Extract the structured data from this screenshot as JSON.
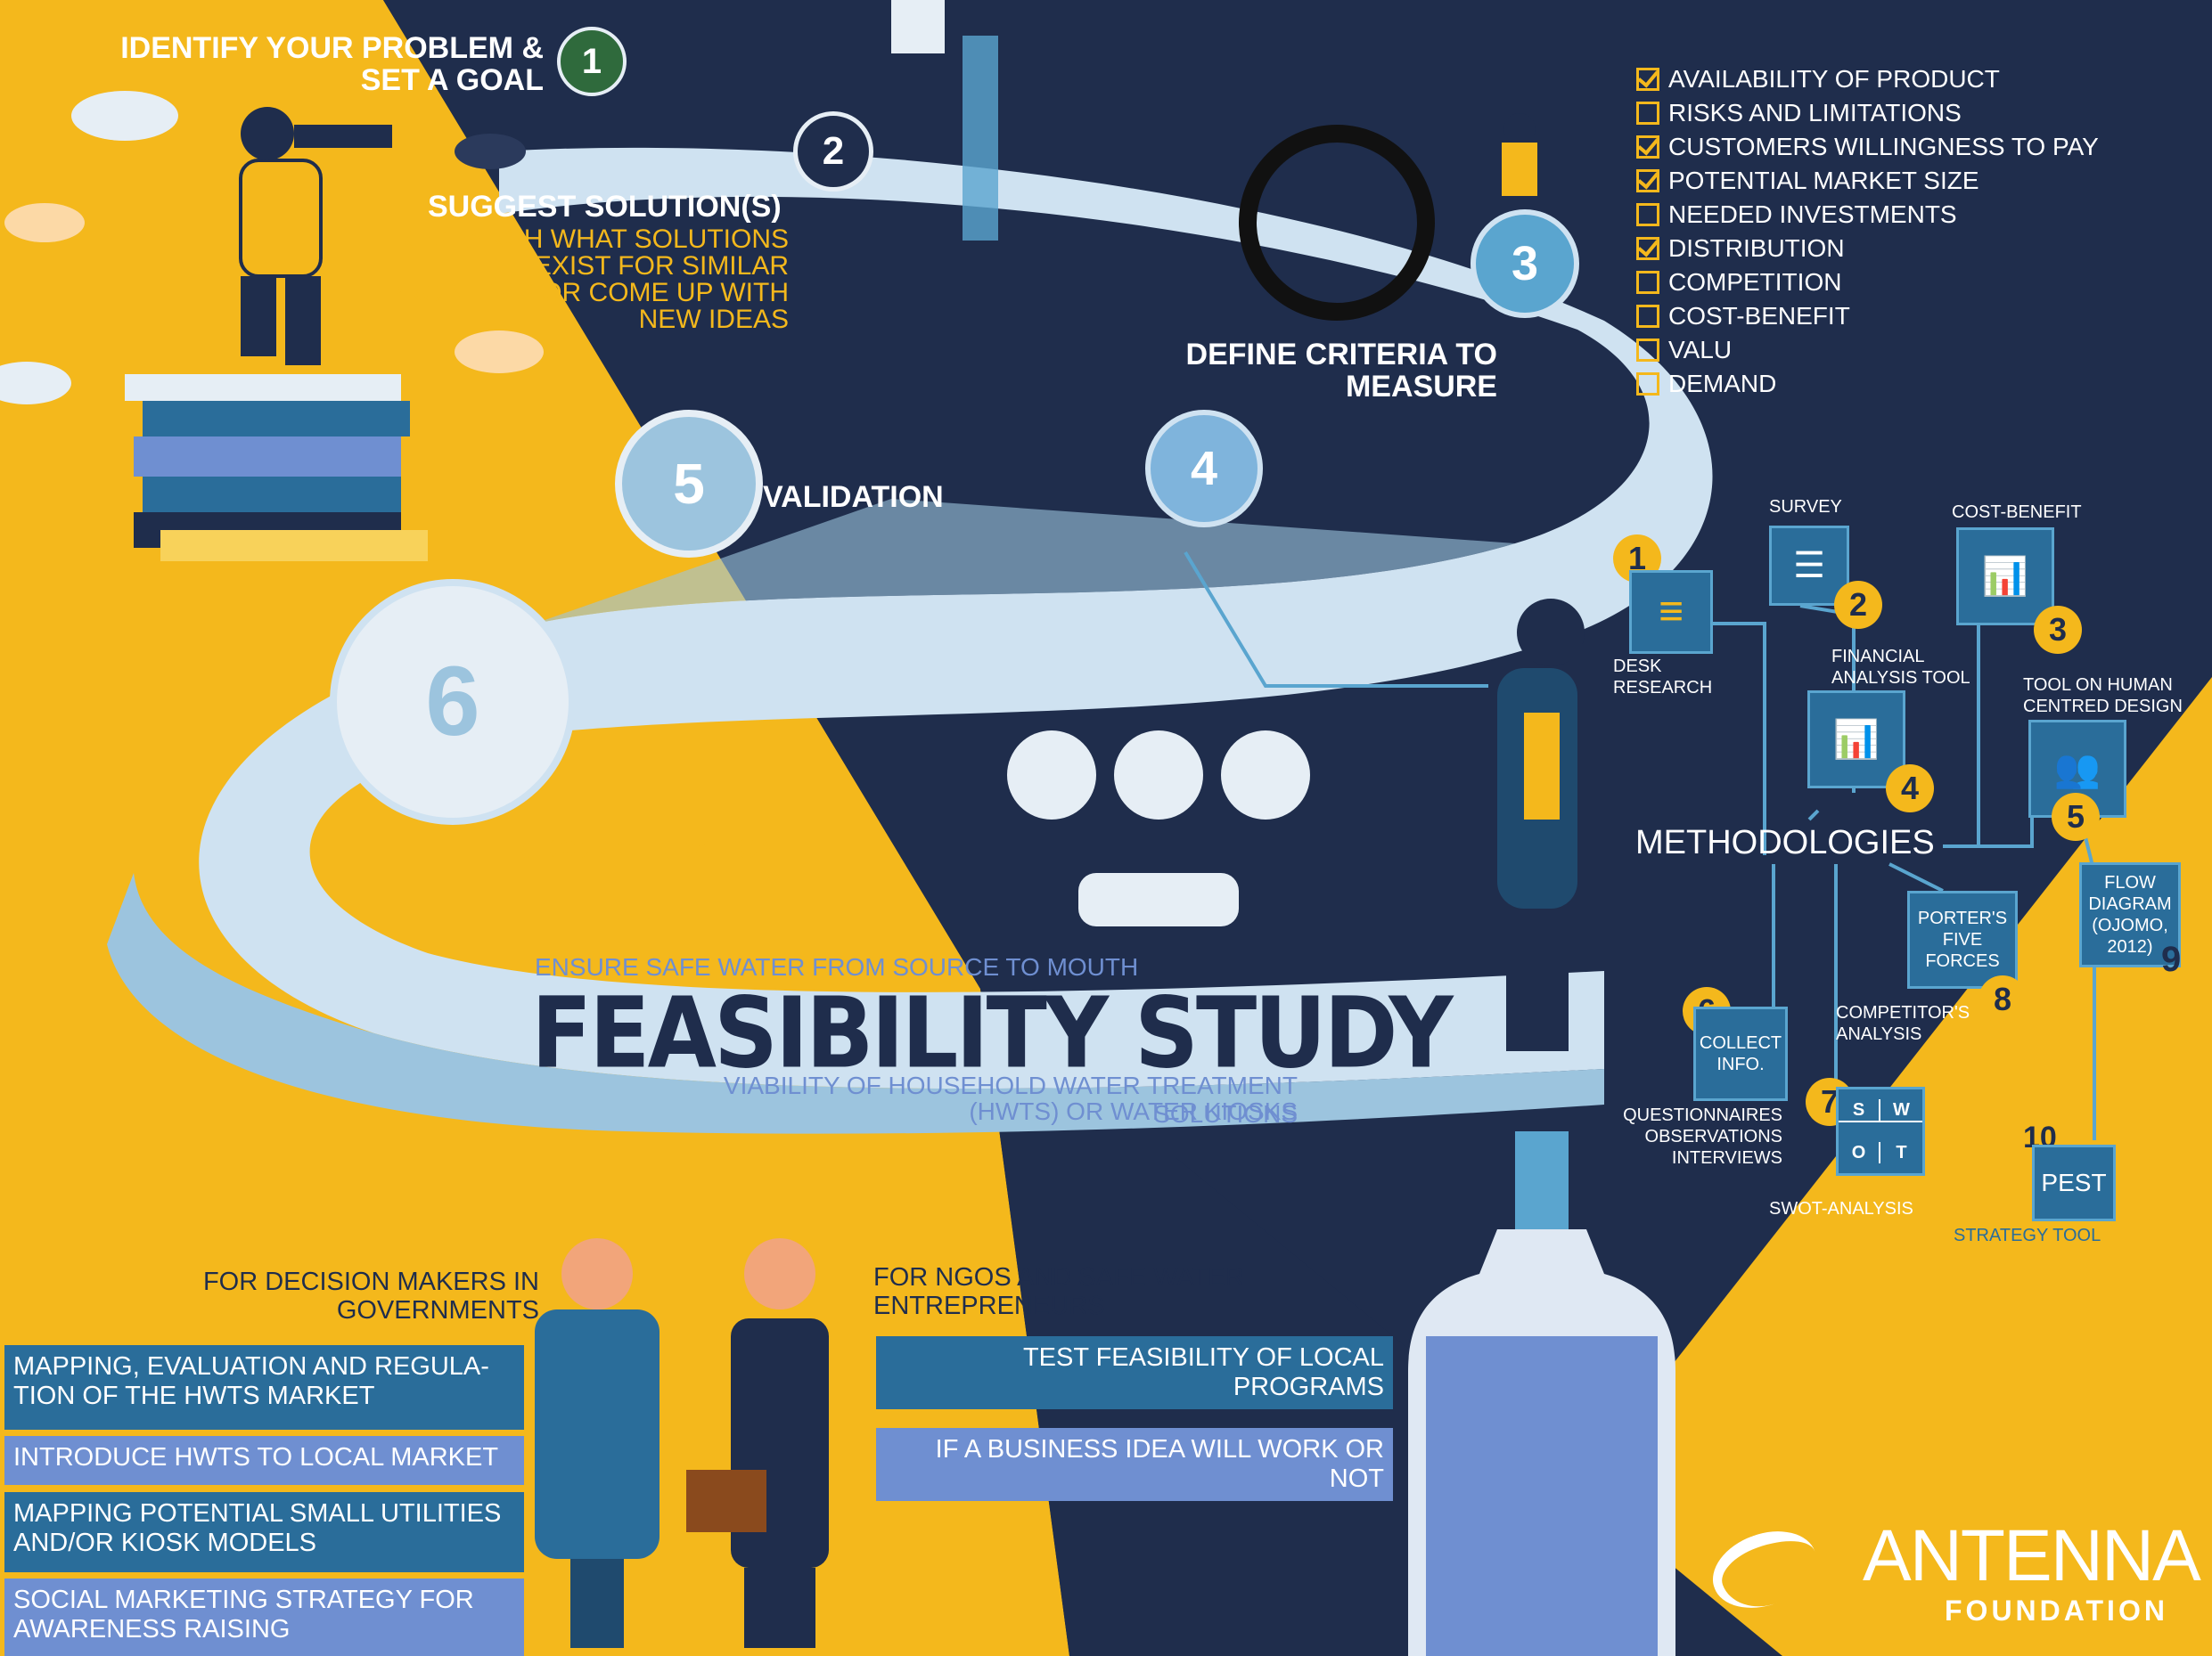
{
  "colors": {
    "navy": "#1f2d4c",
    "yellow": "#f4b81c",
    "road_light": "#cfe2f1",
    "road_mid": "#9cc4de",
    "tile_blue": "#2a6d9a",
    "bar_light": "#6f8fd1"
  },
  "steps": [
    {
      "number": "1",
      "title": "IDENTIFY YOUR PROBLEM & SET A GOAL"
    },
    {
      "number": "2",
      "title": "SUGGEST SOLUTION(S)",
      "detail": "RESEARCH WHAT SOLUTIONS EXIST FOR SIMILAR PROBLEMS OR COME UP WITH NEW IDEAS"
    },
    {
      "number": "3",
      "title": "DEFINE CRITERIA TO MEASURE"
    },
    {
      "number": "4",
      "title": ""
    },
    {
      "number": "5",
      "title": "VALIDATION"
    },
    {
      "number": "6",
      "title": "RECOMMENDATION"
    }
  ],
  "criteria": [
    {
      "label": "AVAILABILITY OF PRODUCT",
      "checked": true
    },
    {
      "label": "RISKS AND LIMITATIONS",
      "checked": false
    },
    {
      "label": "CUSTOMERS WILLINGNESS TO PAY",
      "checked": true
    },
    {
      "label": "POTENTIAL MARKET SIZE",
      "checked": true
    },
    {
      "label": "NEEDED INVESTMENTS",
      "checked": false
    },
    {
      "label": "DISTRIBUTION",
      "checked": true
    },
    {
      "label": "COMPETITION",
      "checked": false
    },
    {
      "label": "COST-BENEFIT",
      "checked": false
    },
    {
      "label": "VALU",
      "checked": false
    },
    {
      "label": "DEMAND",
      "checked": false
    }
  ],
  "center": {
    "tagline": "ENSURE SAFE WATER FROM SOURCE TO MOUTH",
    "title": "FEASIBILITY STUDY",
    "subtitle_1": "VIABILITY OF  HOUSEHOLD WATER TREATMENT SOLUTIONS",
    "subtitle_2": "(HWTS) OR WATER KIOSKS"
  },
  "methodologies": {
    "title": "METHODOLOGIES",
    "items": [
      {
        "number": "1",
        "label": "DESK RESEARCH"
      },
      {
        "number": "2",
        "label": "SURVEY"
      },
      {
        "number": "3",
        "label": "COST-BENEFIT"
      },
      {
        "number": "4",
        "label": "FINANCIAL ANALYSIS TOOL"
      },
      {
        "number": "5",
        "label": "TOOL ON HUMAN CENTRED DESIGN"
      },
      {
        "number": "6",
        "label": "COLLECT INFO.",
        "extra": [
          "QUESTIONNAIRES",
          "OBSERVATIONS",
          "INTERVIEWS"
        ]
      },
      {
        "number": "7",
        "label": "SWOT-ANALYSIS",
        "swot": [
          "S",
          "W",
          "O",
          "T"
        ]
      },
      {
        "number": "8",
        "label": "PORTER'S FIVE FORCES",
        "extra_label": "COMPETITOR'S ANALYSIS"
      },
      {
        "number": "9",
        "label": "FLOW DIAGRAM (OJOMO, 2012)"
      },
      {
        "number": "10",
        "label": "PEST",
        "extra_label": "STRATEGY TOOL"
      }
    ]
  },
  "audiences": {
    "government": {
      "heading_1": "FOR DECISION MAKERS IN",
      "heading_2": "GOVERNMENTS",
      "items": [
        "MAPPING, EVALUATION AND REGULA-TION OF THE HWTS MARKET",
        "INTRODUCE HWTS TO LOCAL MARKET",
        "MAPPING POTENTIAL SMALL UTILITIES AND/OR KIOSK MODELS",
        "SOCIAL MARKETING STRATEGY FOR AWARENESS RAISING"
      ]
    },
    "ngos": {
      "heading_1": "FOR NGOS AND SAFE WATER",
      "heading_2": "ENTREPRENEURS",
      "items": [
        "TEST FEASIBILITY OF LOCAL PROGRAMS",
        "IF A BUSINESS IDEA WILL WORK OR NOT"
      ]
    }
  },
  "logo": {
    "name": "ANTENNA",
    "sub": "FOUNDATION"
  }
}
